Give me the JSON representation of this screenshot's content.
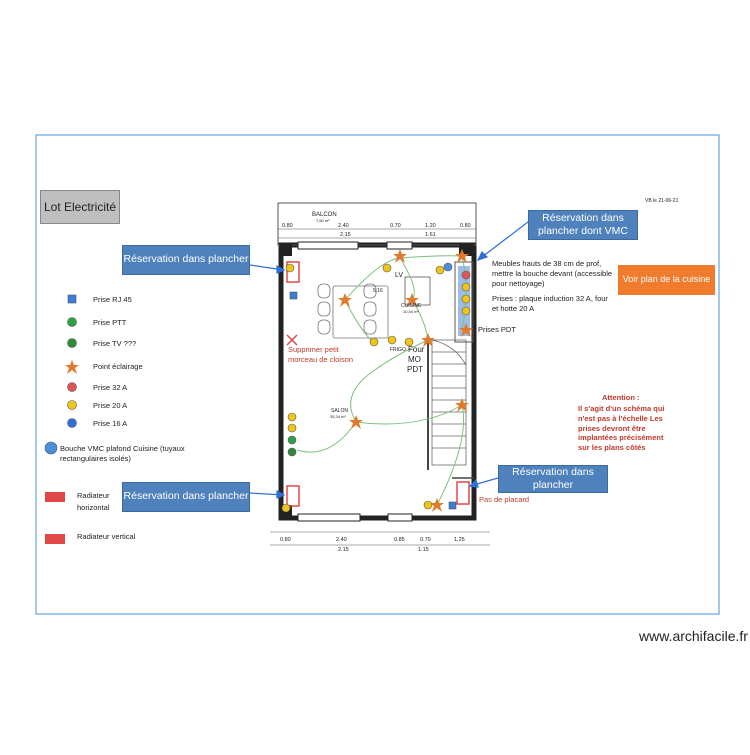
{
  "title": "Lot Electricité",
  "stamp": "VB le 21-06-21",
  "callouts": {
    "top_left": "Réservation dans plancher",
    "top_right": "Réservation dans plancher dont VMC",
    "bottom_left": "Réservation dans plancher",
    "bottom_right": "Réservation dans plancher"
  },
  "see_kitchen": "Voir plan de la cuisine",
  "notes": {
    "meubles": "Meubles hauts de 38 cm de prof, mettre la bouche devant (accessible pour nettoyage)",
    "prises": "Prises : plaque induction 32 A, four et hotte 20 A",
    "prises_pdt": "Prises PDT",
    "supprimer": "Supprimer petit morceau de cloison",
    "pas_placard": "Pas de placard",
    "attention_title": "Attention :",
    "attention_body": "Il s'agit d'un schéma qui n'est pas à l'échelle Les prises devront être implantées précisément sur les plans côtés"
  },
  "plan_labels": {
    "balcon": "BALCON",
    "balcon_area": "7,60 m²",
    "cuisine": "CUISINE",
    "cuisine_area": "10,44 m²",
    "salon": "SALON",
    "salon_area": "35,34 m²",
    "lv": "LV",
    "frigo": "FRIGO",
    "four": "Four",
    "mo": "MO",
    "pdt": "PDT",
    "sejour_dim": "5.16"
  },
  "dimensions": {
    "top": [
      "0.80",
      "2.40",
      "0.70",
      "1.20",
      "0.80"
    ],
    "top_sub": [
      "2.15",
      "1.61"
    ],
    "bottom": [
      "0.80",
      "2.40",
      "0.85",
      "0.70",
      "1.25"
    ],
    "bottom_sub": [
      "2.15",
      "1.15"
    ]
  },
  "legend": [
    {
      "label": "Prise RJ 45",
      "symbol": "square",
      "color": "#3b7dd8"
    },
    {
      "label": "Prise PTT",
      "symbol": "circle",
      "color": "#2ea043"
    },
    {
      "label": "Prise TV ???",
      "symbol": "circle",
      "color": "#2e8b3a"
    },
    {
      "label": "Point éclairage",
      "symbol": "star",
      "color": "#e07b2c"
    },
    {
      "label": "Prise 32 A",
      "symbol": "circle",
      "color": "#e05555"
    },
    {
      "label": "Prise 20 A",
      "symbol": "circle",
      "color": "#f0c419"
    },
    {
      "label": "Prise 16 A",
      "symbol": "circle",
      "color": "#2f6fd6"
    },
    {
      "label": "Bouche VMC plafond Cuisine (tuyaux rectangulaires isolés)",
      "symbol": "bigcircle",
      "color": "#4a8fdc"
    },
    {
      "label": "Radiateur horizontal",
      "symbol": "rad-h",
      "color": "#e04848"
    },
    {
      "label": "Radiateur vertical",
      "symbol": "rad-v",
      "color": "#e04848"
    }
  ],
  "watermark": "www.archifacile.fr"
}
